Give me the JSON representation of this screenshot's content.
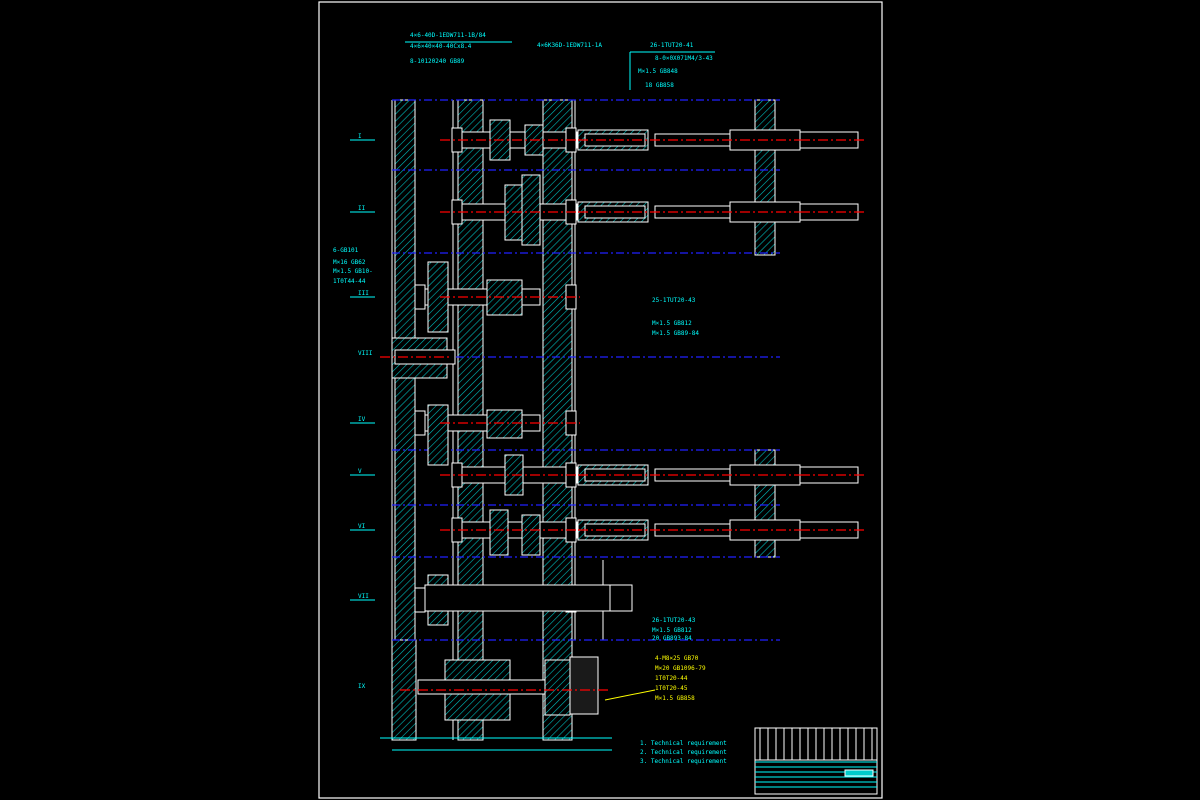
{
  "drawing": {
    "callouts_top": [
      "4×6-40D-1EDW711-1B/84",
      "4×6×40×40-40Cx8.4",
      "8-10120240 GB89",
      "4×6K36D-1EDW711-1A",
      "26-1TUT20-41",
      "8-0×0X071M4/3-43",
      "M×1.5 GB848",
      "18 GB858"
    ],
    "callouts_left": [
      "6-GB101",
      "M×16 GB62",
      "M×1.5 GB10-",
      "1T0T44-44"
    ],
    "callouts_mid": [
      "25-1TUT20-43",
      "M×1.5 GB812",
      "M×1.5 GB89-84"
    ],
    "callouts_bottom": [
      "26-1TUT20-43",
      "M×1.5 GB812",
      "20 GB893-84"
    ],
    "callouts_yellow": [
      "4-M8×25 GB70",
      "M×20 GB1096-79",
      "1T0T20-44",
      "1T0T20-45",
      "M×1.5 GB858"
    ],
    "shaft_labels": [
      "I",
      "II",
      "III",
      "IV",
      "V",
      "VI",
      "VII",
      "VIII",
      "IX"
    ],
    "notes": [
      "1. Technical requirement",
      "2. Technical requirement",
      "3. Technical requirement"
    ],
    "colors": {
      "background": "#000000",
      "outline": "#ffffff",
      "hatch": "#00ffff",
      "centerline": "#ff0000",
      "axis": "#0000ff",
      "note": "#ffff00"
    }
  }
}
